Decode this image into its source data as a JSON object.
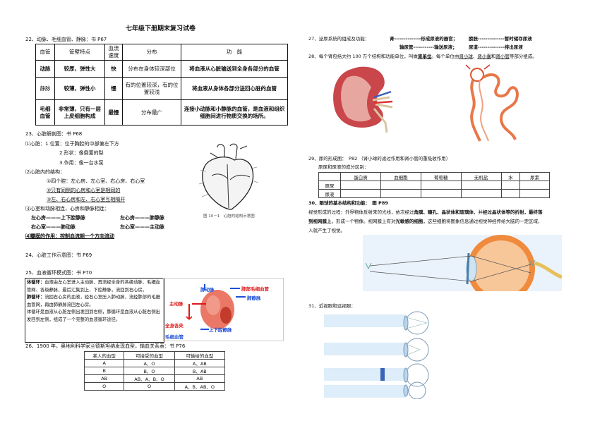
{
  "title": "七年级下册期末复习试卷",
  "q22": {
    "heading": "22、动脉、毛细血管、静脉：书 P67",
    "header": [
      "血管",
      "管壁特点",
      "血流速度",
      "分布",
      "功　能"
    ],
    "rows": [
      {
        "name": "动脉",
        "wall": "较厚，弹性大",
        "speed": "快",
        "dist": "分布在身体较深部位",
        "func": "将血液从心脏输送到全身各部分的血管"
      },
      {
        "name": "静脉",
        "wall": "较薄，弹性小",
        "speed": "慢",
        "dist": "有的位置较深，有的位置较浅",
        "func": "将血液从身体各部分送回心脏的血管"
      },
      {
        "name": "毛细血管",
        "wall": "非常薄，只有一层上皮细胞构成",
        "speed": "最慢",
        "dist": "分布最广",
        "func": "连接小动脉和小静脉的血管，是血液和组织细胞间进行物质交换的场所。"
      }
    ]
  },
  "q23": {
    "heading": "23、心脏解剖图：书 P68",
    "l1": "⑴心脏：1.位置：位于胸腔的中部偏左下方",
    "l2": "2.形状：像倒置的梨",
    "l3": "3.作用：像一台水泵",
    "l4": "⑵心脏内的结构：",
    "l5": "①四个腔：左心房、左心室、右心房、右心室",
    "l6": "②只有同侧的心房和心室是相同的",
    "l7": "③左、右心房和左、右心室互相隔开",
    "l8": "⑶心室和动脉相连，心房和静脉相连：",
    "l9a": "左心房———上下腔静脉",
    "l9b": "左心房———肺静脉",
    "l10a": "右心室———肺动脉",
    "l10b": "左心室———主动脉",
    "l11": "⑷瓣膜的作用：控制血流朝一个方向流动",
    "fig_caption": "图 10－1　心脏的结构示意图"
  },
  "q24": {
    "heading": "24、心脏工作示意图：书 P69"
  },
  "q25": {
    "heading": "25、血液循环模式图：书 P70",
    "p1_label": "体循环：",
    "p1": "血液由左心室进入主动脉，再流经全身的各级动脉、毛细血管网、各级静脉，最后汇集到上、下腔静脉，流回到右心房。",
    "p2_label": "肺循环：",
    "p2": "流回右心房的血液，经右心室压入肺动脉，流经肺部的毛细血管网，再由肺静脉流回左心房。",
    "p3": "体循环是血液从心脏左侧出发回到右侧，肺循环是血液从心脏右侧出发回到左侧，组成了一个完整的血液循环途径。",
    "labels": {
      "pa": "肺动脉",
      "lungcap": "肺部毛细血管",
      "aorta": "主动脉",
      "pv": "肺静脉",
      "body": "全身各处",
      "vc": "上下腔静脉",
      "bodycap": "毛细血管"
    }
  },
  "q26": {
    "heading": "26、1900 年，奥地利科学家兰德斯坦纳发现血型，输血关系表：书 P76",
    "header": [
      "某人的血型",
      "可接受的血型",
      "可输给的血型"
    ],
    "rows": [
      [
        "A",
        "A、O",
        "A、AB"
      ],
      [
        "B",
        "B、O",
        "B、AB"
      ],
      [
        "AB",
        "AB、A、B、O",
        "AB"
      ],
      [
        "O",
        "O",
        "A、B、AB、O"
      ]
    ]
  },
  "q27": {
    "heading": "27、泌尿系统的组成及功能：",
    "a": "肾--------------形成尿液的器官；",
    "b": "膀胱--------------暂时储存尿液",
    "c": "输尿管-----------输送尿液；",
    "d": "尿道--------------排出尿液"
  },
  "q28": {
    "t1": "28、每个肾包括大约 100 万个结构和功能单位，叫做",
    "unit": "肾单位",
    "t2": "。每个单位由",
    "w1": "肾小球",
    "w2": "肾小囊",
    "w3": "肾小管",
    "t3": "等部分组成。",
    "sep": "、",
    "and": "和"
  },
  "q29": {
    "heading": "29、尿的形成图：　P82 （肾小球的滤过作用和肾小管的重吸收作用）",
    "sub": "原尿和尿液的成分区别：",
    "header": [
      "",
      "蛋白质",
      "血细胞",
      "葡萄糖",
      "无机盐",
      "水",
      "尿素"
    ],
    "rows": [
      "原尿",
      "尿液"
    ]
  },
  "q30": {
    "heading": "30、眼球的基本结构和功能：　图 P89",
    "p1": "视觉形成的过程：外界物体反射来的光线，依次经过",
    "k1": "角膜、瞳孔、晶状体和玻璃体",
    "p2": "，并",
    "k2": "经过晶状体等的折射",
    "p3": "，最终落",
    "p4a": "到视网膜上",
    "p4b": "，形成一个物像。视网膜上有对",
    "k3": "光敏感的细胞",
    "p4c": "，这些细胞将图象信息通过视觉神经传给大脑的一定区域，",
    "p5": "人就产生了视觉。"
  },
  "q31": {
    "heading": "31、近视眼和远视眼："
  }
}
